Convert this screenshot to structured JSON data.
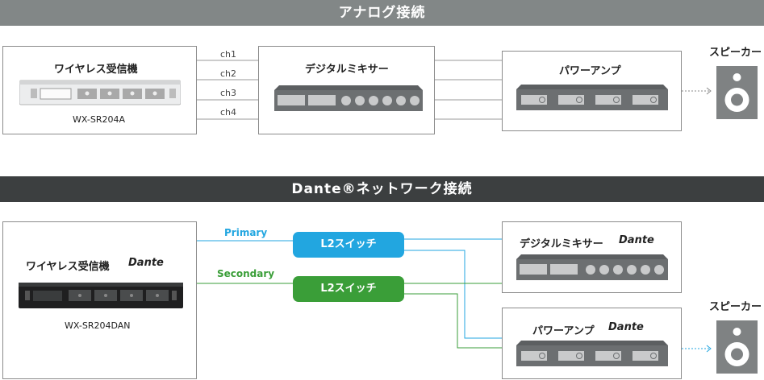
{
  "analog": {
    "title": "アナログ接続",
    "receiver": {
      "label": "ワイヤレス受信機",
      "model": "WX-SR204A"
    },
    "channels": [
      "ch1",
      "ch2",
      "ch3",
      "ch4"
    ],
    "mixer": {
      "label": "デジタルミキサー"
    },
    "amp": {
      "label": "パワーアンプ"
    },
    "speaker": {
      "label": "スピーカー"
    }
  },
  "dante": {
    "title": "Dante®ネットワーク接続",
    "receiver": {
      "label": "ワイヤレス受信機",
      "model": "WX-SR204DAN"
    },
    "brand": "Dante",
    "primary": {
      "label": "Primary",
      "color": "#22a6e0"
    },
    "secondary": {
      "label": "Secondary",
      "color": "#3a9e38"
    },
    "switch_label": "L2スイッチ",
    "mixer": {
      "label": "デジタルミキサー"
    },
    "amp": {
      "label": "パワーアンプ"
    },
    "speaker": {
      "label": "スピーカー"
    }
  }
}
